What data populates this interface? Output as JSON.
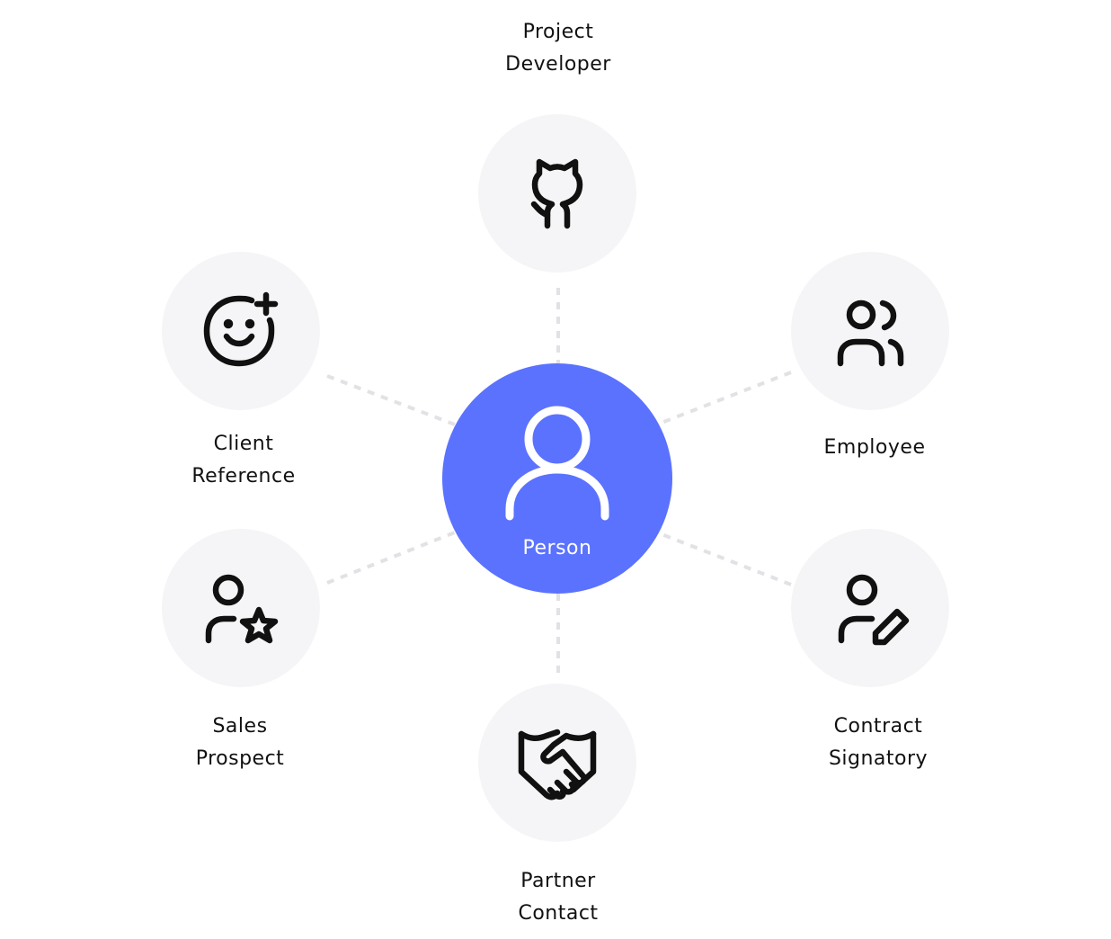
{
  "diagram": {
    "center": {
      "label": "Person",
      "icon": "person-icon",
      "color": "#5b72ff"
    },
    "roles": [
      {
        "id": "project-developer",
        "label": "Project\nDeveloper",
        "icon": "github-icon"
      },
      {
        "id": "employee",
        "label": "Employee",
        "icon": "users-icon"
      },
      {
        "id": "contract-signatory",
        "label": "Contract\nSignatory",
        "icon": "user-pen-icon"
      },
      {
        "id": "partner-contact",
        "label": "Partner\nContact",
        "icon": "handshake-icon"
      },
      {
        "id": "sales-prospect",
        "label": "Sales\nProspect",
        "icon": "user-star-icon"
      },
      {
        "id": "client-reference",
        "label": "Client\nReference",
        "icon": "smile-plus-icon"
      }
    ],
    "node_background": "#f5f5f7",
    "connector_color": "#e4e4e7"
  }
}
